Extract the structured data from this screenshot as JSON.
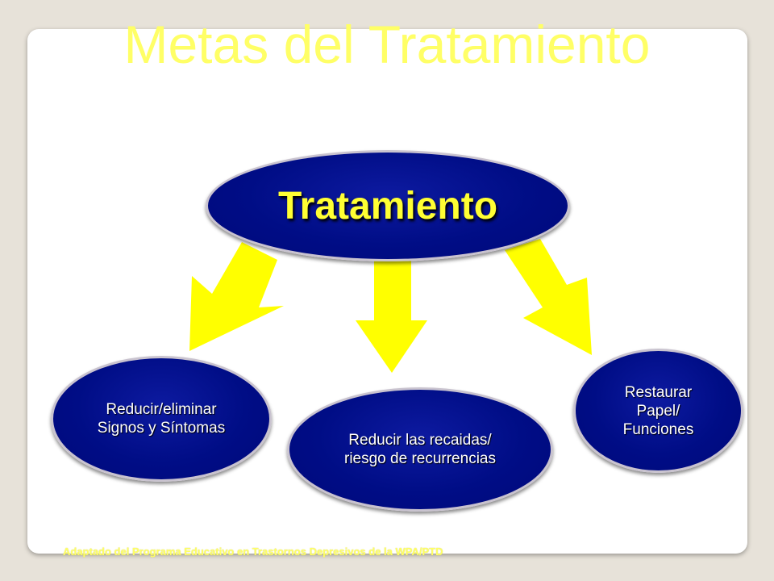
{
  "slide": {
    "title": "Metas del Tratamiento",
    "footer": "Adaptado del Programa Educativo en Trastornos Depresivos de la WPA/PTD"
  },
  "diagram": {
    "center": "Tratamiento",
    "goals": {
      "left": [
        "Reducir/eliminar",
        "Signos y Síntomas"
      ],
      "middle": [
        "Reducir las recaidas/",
        "riesgo de recurrencias"
      ],
      "right": [
        "Restaurar",
        "Papel/",
        "Funciones"
      ]
    }
  },
  "colors": {
    "ellipse_fill": "#000d86",
    "arrow": "#ffff00",
    "title": "#ffff66",
    "center_text": "#ffff33"
  },
  "icons": [
    "arrow-down-left-icon",
    "arrow-down-icon",
    "arrow-down-right-icon"
  ]
}
